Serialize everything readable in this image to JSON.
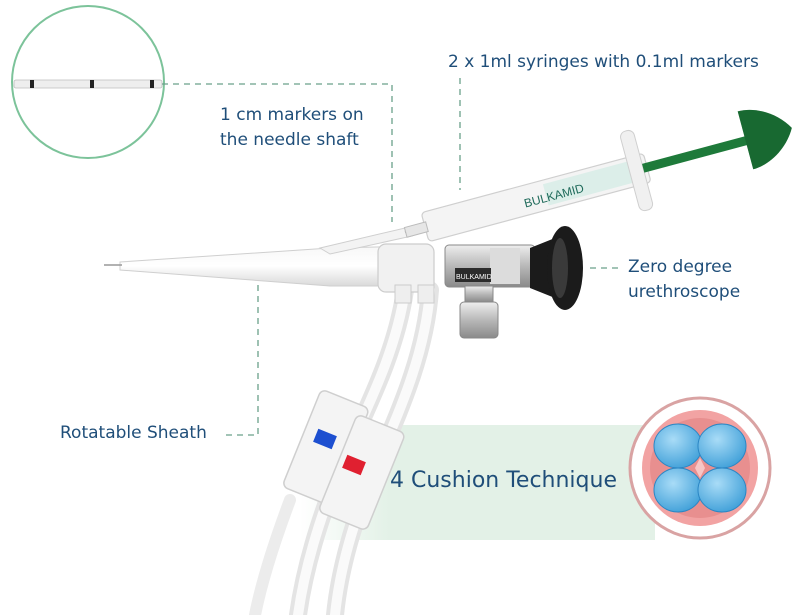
{
  "labels": {
    "syringes": "2 x 1ml syringes with 0.1ml markers",
    "markers_line1": "1 cm markers on",
    "markers_line2": "the needle shaft",
    "scope_line1": "Zero degree",
    "scope_line2": "urethroscope",
    "sheath": "Rotatable Sheath",
    "cushion": "4 Cushion Technique"
  },
  "brand": {
    "syringe_logo": "BULKAMID",
    "scope_logo": "BULKAMID"
  },
  "colors": {
    "label_text": "#1f4e79",
    "leader_line": "#6aa08a",
    "circle_outline": "#7cc39a",
    "banner": "#e3f1e7",
    "plunger": "#1e7a3a",
    "cushion_blue": "#59b7e8",
    "tissue_pink": "#f2a3a3",
    "scope_black": "#1b1b1b"
  }
}
